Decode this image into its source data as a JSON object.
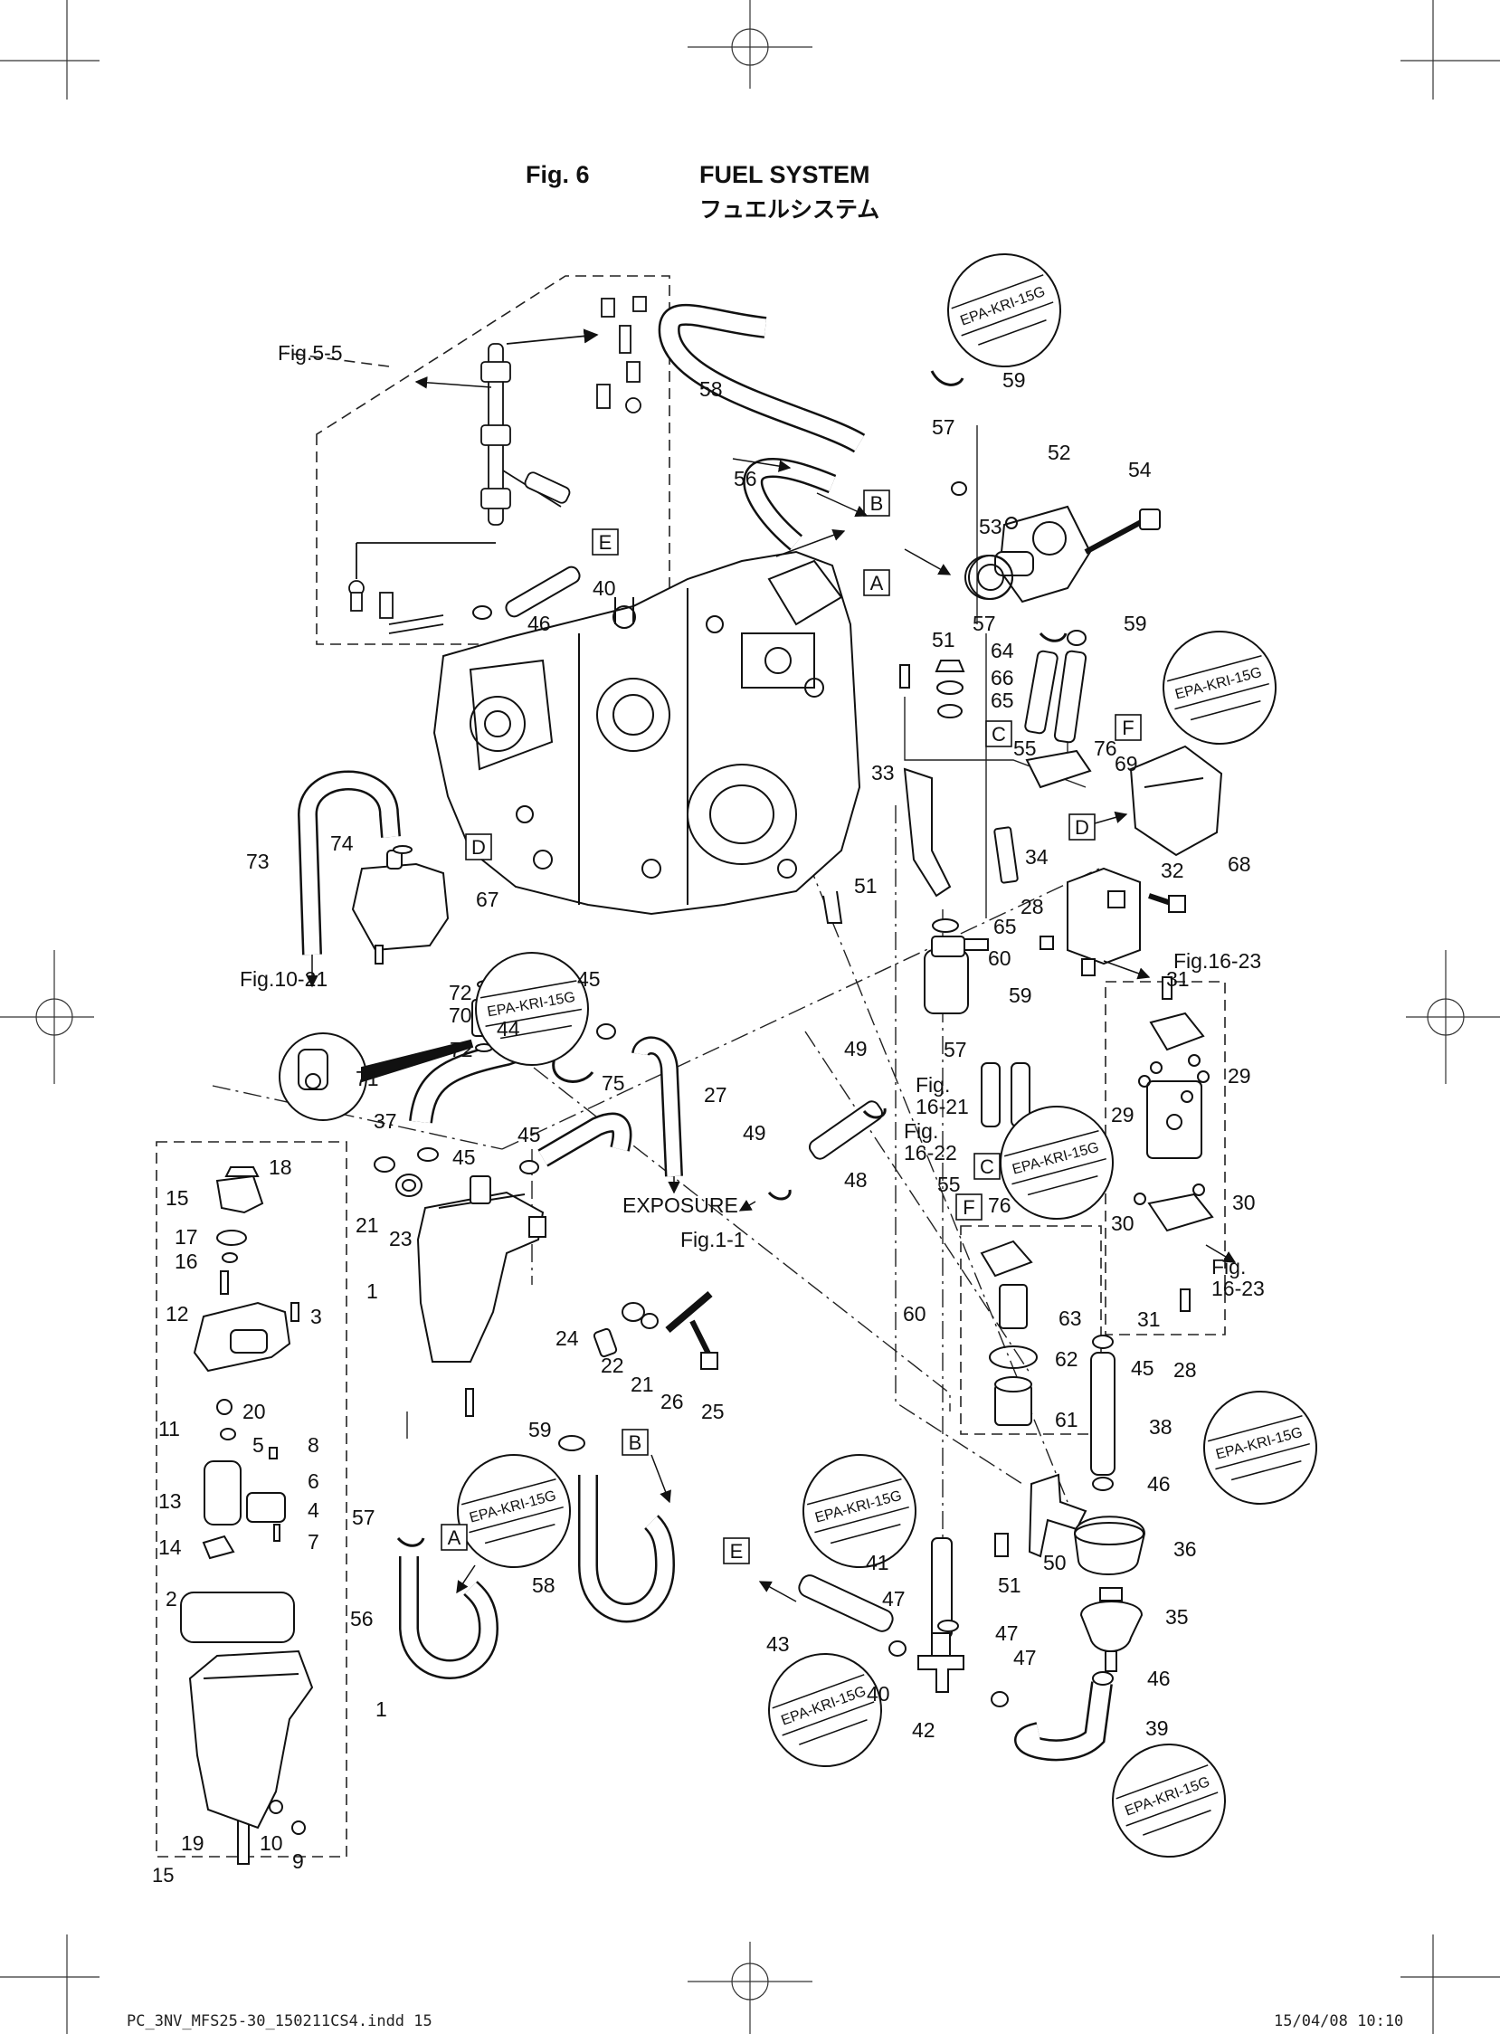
{
  "header": {
    "fig_label": "Fig. 6",
    "title_en": "FUEL SYSTEM",
    "title_jp": "フュエルシステム"
  },
  "footer": {
    "file": "PC_3NV_MFS25-30_150211CS4.indd  15",
    "timestamp": "15/04/08  10:10",
    "page_number": "15"
  },
  "stamp_text": "EPA-KRI-15G",
  "box_letters": [
    "A",
    "B",
    "C",
    "D",
    "E",
    "F"
  ],
  "notes": {
    "exposure": "EXPOSURE"
  },
  "callouts": [
    {
      "id": "c-fig5-5",
      "text": "Fig.5-5"
    },
    {
      "id": "c-58a",
      "text": "58"
    },
    {
      "id": "c-59a",
      "text": "59"
    },
    {
      "id": "c-57a",
      "text": "57"
    },
    {
      "id": "c-52",
      "text": "52"
    },
    {
      "id": "c-54",
      "text": "54"
    },
    {
      "id": "c-56a",
      "text": "56"
    },
    {
      "id": "c-53",
      "text": "53"
    },
    {
      "id": "c-40a",
      "text": "40"
    },
    {
      "id": "c-46a",
      "text": "46"
    },
    {
      "id": "c-57b",
      "text": "57"
    },
    {
      "id": "c-59b",
      "text": "59"
    },
    {
      "id": "c-51a",
      "text": "51"
    },
    {
      "id": "c-64",
      "text": "64"
    },
    {
      "id": "c-66",
      "text": "66"
    },
    {
      "id": "c-65a",
      "text": "65"
    },
    {
      "id": "c-55a",
      "text": "55"
    },
    {
      "id": "c-76a",
      "text": "76"
    },
    {
      "id": "c-69",
      "text": "69"
    },
    {
      "id": "c-33",
      "text": "33"
    },
    {
      "id": "c-68",
      "text": "68"
    },
    {
      "id": "c-34",
      "text": "34"
    },
    {
      "id": "c-51b",
      "text": "51"
    },
    {
      "id": "c-32",
      "text": "32"
    },
    {
      "id": "c-28a",
      "text": "28"
    },
    {
      "id": "c-65b",
      "text": "65"
    },
    {
      "id": "c-60a",
      "text": "60"
    },
    {
      "id": "c-fig16-23a",
      "text": "Fig.16-23"
    },
    {
      "id": "c-73",
      "text": "73"
    },
    {
      "id": "c-74",
      "text": "74"
    },
    {
      "id": "c-67",
      "text": "67"
    },
    {
      "id": "c-fig10-21",
      "text": "Fig.10-21"
    },
    {
      "id": "c-72a",
      "text": "72"
    },
    {
      "id": "c-70",
      "text": "70"
    },
    {
      "id": "c-45a",
      "text": "45"
    },
    {
      "id": "c-44",
      "text": "44"
    },
    {
      "id": "c-72b",
      "text": "72"
    },
    {
      "id": "c-71",
      "text": "71"
    },
    {
      "id": "c-75",
      "text": "75"
    },
    {
      "id": "c-27",
      "text": "27"
    },
    {
      "id": "c-37",
      "text": "37"
    },
    {
      "id": "c-45b",
      "text": "45"
    },
    {
      "id": "c-45c",
      "text": "45"
    },
    {
      "id": "c-49a",
      "text": "49"
    },
    {
      "id": "c-59c",
      "text": "59"
    },
    {
      "id": "c-57c",
      "text": "57"
    },
    {
      "id": "c-fig16-21",
      "text": "Fig. 16-21"
    },
    {
      "id": "c-fig16-22",
      "text": "Fig. 16-22"
    },
    {
      "id": "c-55b",
      "text": "55"
    },
    {
      "id": "c-76b",
      "text": "76"
    },
    {
      "id": "c-31a",
      "text": "31"
    },
    {
      "id": "c-29a",
      "text": "29"
    },
    {
      "id": "c-29b",
      "text": "29"
    },
    {
      "id": "c-30a",
      "text": "30"
    },
    {
      "id": "c-30b",
      "text": "30"
    },
    {
      "id": "c-fig16-23b",
      "text": "Fig. 16-23"
    },
    {
      "id": "c-31b",
      "text": "31"
    },
    {
      "id": "c-28b",
      "text": "28"
    },
    {
      "id": "c-18",
      "text": "18"
    },
    {
      "id": "c-15a",
      "text": "15"
    },
    {
      "id": "c-17",
      "text": "17"
    },
    {
      "id": "c-16",
      "text": "16"
    },
    {
      "id": "c-12",
      "text": "12"
    },
    {
      "id": "c-3",
      "text": "3"
    },
    {
      "id": "c-21a",
      "text": "21"
    },
    {
      "id": "c-23",
      "text": "23"
    },
    {
      "id": "c-1a",
      "text": "1"
    },
    {
      "id": "c-49b",
      "text": "49"
    },
    {
      "id": "c-48",
      "text": "48"
    },
    {
      "id": "c-fig1-1",
      "text": "Fig.1-1"
    },
    {
      "id": "c-24",
      "text": "24"
    },
    {
      "id": "c-22",
      "text": "22"
    },
    {
      "id": "c-21b",
      "text": "21"
    },
    {
      "id": "c-26",
      "text": "26"
    },
    {
      "id": "c-25",
      "text": "25"
    },
    {
      "id": "c-60b",
      "text": "60"
    },
    {
      "id": "c-63",
      "text": "63"
    },
    {
      "id": "c-62",
      "text": "62"
    },
    {
      "id": "c-61",
      "text": "61"
    },
    {
      "id": "c-45d",
      "text": "45"
    },
    {
      "id": "c-38",
      "text": "38"
    },
    {
      "id": "c-11",
      "text": "11"
    },
    {
      "id": "c-20",
      "text": "20"
    },
    {
      "id": "c-5",
      "text": "5"
    },
    {
      "id": "c-8",
      "text": "8"
    },
    {
      "id": "c-6",
      "text": "6"
    },
    {
      "id": "c-13",
      "text": "13"
    },
    {
      "id": "c-4",
      "text": "4"
    },
    {
      "id": "c-7",
      "text": "7"
    },
    {
      "id": "c-14",
      "text": "14"
    },
    {
      "id": "c-59d",
      "text": "59"
    },
    {
      "id": "c-57d",
      "text": "57"
    },
    {
      "id": "c-56b",
      "text": "56"
    },
    {
      "id": "c-58b",
      "text": "58"
    },
    {
      "id": "c-2",
      "text": "2"
    },
    {
      "id": "c-1b",
      "text": "1"
    },
    {
      "id": "c-41",
      "text": "41"
    },
    {
      "id": "c-43",
      "text": "43"
    },
    {
      "id": "c-40b",
      "text": "40"
    },
    {
      "id": "c-47a",
      "text": "47"
    },
    {
      "id": "c-47b",
      "text": "47"
    },
    {
      "id": "c-47c",
      "text": "47"
    },
    {
      "id": "c-42",
      "text": "42"
    },
    {
      "id": "c-51c",
      "text": "51"
    },
    {
      "id": "c-50",
      "text": "50"
    },
    {
      "id": "c-46b",
      "text": "46"
    },
    {
      "id": "c-36",
      "text": "36"
    },
    {
      "id": "c-35",
      "text": "35"
    },
    {
      "id": "c-46c",
      "text": "46"
    },
    {
      "id": "c-39",
      "text": "39"
    },
    {
      "id": "c-19",
      "text": "19"
    },
    {
      "id": "c-10",
      "text": "10"
    },
    {
      "id": "c-9",
      "text": "9"
    }
  ]
}
